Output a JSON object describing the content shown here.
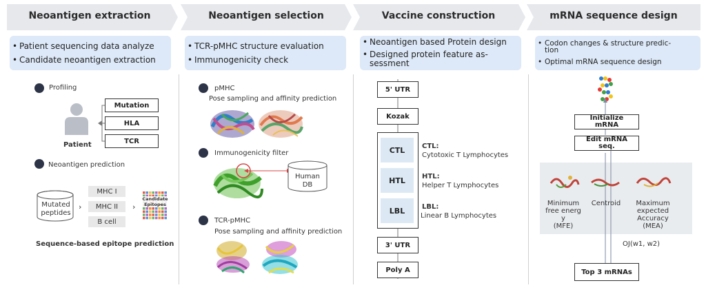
{
  "stages": [
    {
      "title": "Neoantigen extraction",
      "bullets": [
        "Patient sequencing data analyze",
        "Candidate neoantigen extraction"
      ]
    },
    {
      "title": "Neoantigen selection",
      "bullets": [
        "TCR-pMHC structure evaluation",
        "Immunogenicity check"
      ]
    },
    {
      "title": "Vaccine construction",
      "bullets": [
        "Neoantigen based Protein design",
        "Designed protein feature as-\nsessment"
      ]
    },
    {
      "title": "mRNA sequence design",
      "bullets": [
        "Codon changes & structure predic-\ntion",
        "Optimal mRNA sequence design"
      ]
    }
  ],
  "extraction": {
    "profiling": "Profiling",
    "patient": "Patient",
    "profile_items": [
      "Mutation",
      "HLA",
      "TCR"
    ],
    "neo_pred": "Neoantigen prediction",
    "mutated": "Mutated\npeptides",
    "mhc": [
      "MHC I",
      "MHC II",
      "B cell"
    ],
    "candidate": "Candidate\nEpitopes",
    "seq_based": "Sequence-based epitope prediction"
  },
  "selection": {
    "pmhc_title": "pMHC",
    "pmhc_sub": "Pose sampling and affinity prediction",
    "immuno_title": "Immunogenicity filter",
    "human_db": "Human\nDB",
    "tcr_title": "TCR-pMHC",
    "tcr_sub": "Pose sampling and affinity prediction"
  },
  "construction": {
    "utr5": "5' UTR",
    "kozak": "Kozak",
    "ctl": "CTL",
    "htl": "HTL",
    "lbl": "LBL",
    "ctl_head": "CTL:",
    "ctl_desc": "Cytotoxic T Lymphocytes",
    "htl_head": "HTL:",
    "htl_desc": "Helper T Lymphocytes",
    "lbl_head": "LBL:",
    "lbl_desc": "Linear B Lymphocytes",
    "utr3": "3' UTR",
    "polya": "Poly A"
  },
  "mrna": {
    "init": "Initialize\nmRNA",
    "edit": "Edit mRNA\nseq.",
    "mfe": "Minimum\nfree energ\ny\n(MFE)",
    "centroid": "Centroid",
    "mea": "Maximum\nexpected\nAccuracy\n(MEA)",
    "oj": "OJ(w1, w2)",
    "top3": "Top 3 mRNAs"
  },
  "colors": {
    "header": "#e6e8ec",
    "blue": "#dde9f8",
    "cellblue": "#dce9f5",
    "dot": "#2d3447"
  }
}
